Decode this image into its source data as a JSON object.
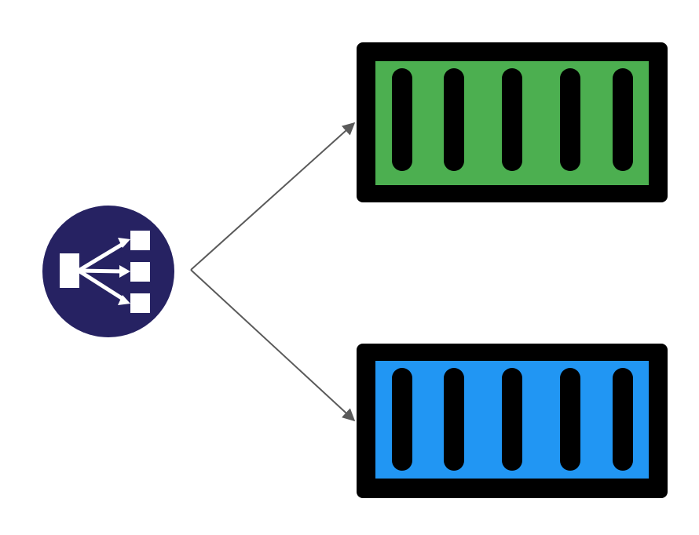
{
  "diagram": {
    "load_balancer": {
      "icon": "load-balancer-icon",
      "circle_color": "#262262",
      "glyph_color": "#ffffff"
    },
    "connectors": {
      "color": "#5a5a5a",
      "targets": [
        "container-green",
        "container-blue"
      ]
    },
    "containers": [
      {
        "id": "container-green",
        "icon": "container-icon",
        "frame_color": "#000000",
        "fill_color": "#4caf50",
        "slot_count": 5
      },
      {
        "id": "container-blue",
        "icon": "container-icon",
        "frame_color": "#000000",
        "fill_color": "#2196f3",
        "slot_count": 5
      }
    ]
  }
}
